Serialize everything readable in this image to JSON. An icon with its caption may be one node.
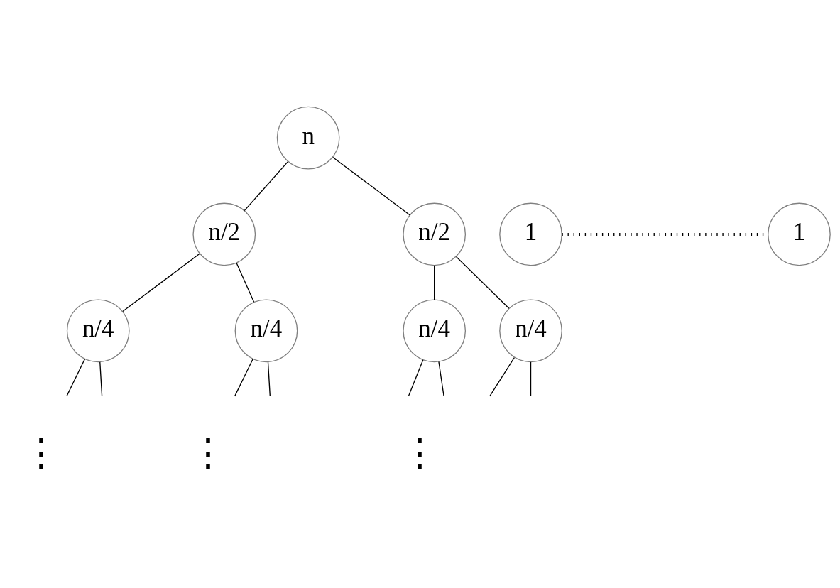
{
  "diagram": {
    "nodes": [
      {
        "text": [
          "n"
        ]
      },
      {
        "text": [
          "n/2"
        ]
      },
      {
        "text": [
          "n/2"
        ]
      },
      {
        "text": [
          "n/4"
        ]
      },
      {
        "text": [
          "n/4"
        ]
      },
      {
        "text": [
          "n/4"
        ]
      },
      {
        "text": [
          "n/4"
        ]
      },
      {
        "text": [
          "1"
        ]
      },
      {
        "text": [
          "1"
        ]
      }
    ],
    "edges": [
      {
        "from": 0,
        "to": 1,
        "arrow": "none"
      },
      {
        "from": 0,
        "to": 2,
        "arrow": "none"
      },
      {
        "from": 1,
        "to": 3,
        "arrow": "none"
      },
      {
        "from": 1,
        "to": 4,
        "arrow": "none"
      },
      {
        "from": 2,
        "to": 5,
        "arrow": "none"
      },
      {
        "from": 2,
        "to": 6,
        "arrow": "none"
      },
      {
        "from": 3,
        "to": null,
        "arrow": "none"
      },
      {
        "from": 3,
        "to": null,
        "arrow": "none"
      },
      {
        "from": 4,
        "to": null,
        "arrow": "none"
      },
      {
        "from": 4,
        "to": null,
        "arrow": "none"
      },
      {
        "from": 5,
        "to": null,
        "arrow": "none"
      },
      {
        "from": 5,
        "to": null,
        "arrow": "none"
      },
      {
        "from": 6,
        "to": null,
        "arrow": "none"
      },
      {
        "from": 6,
        "to": null,
        "arrow": "none"
      },
      {
        "from": 7,
        "to": 8,
        "arrow": "none",
        "style": "dashed"
      }
    ],
    "labels": [
      "⋮",
      "⋮",
      "⋮"
    ]
  }
}
